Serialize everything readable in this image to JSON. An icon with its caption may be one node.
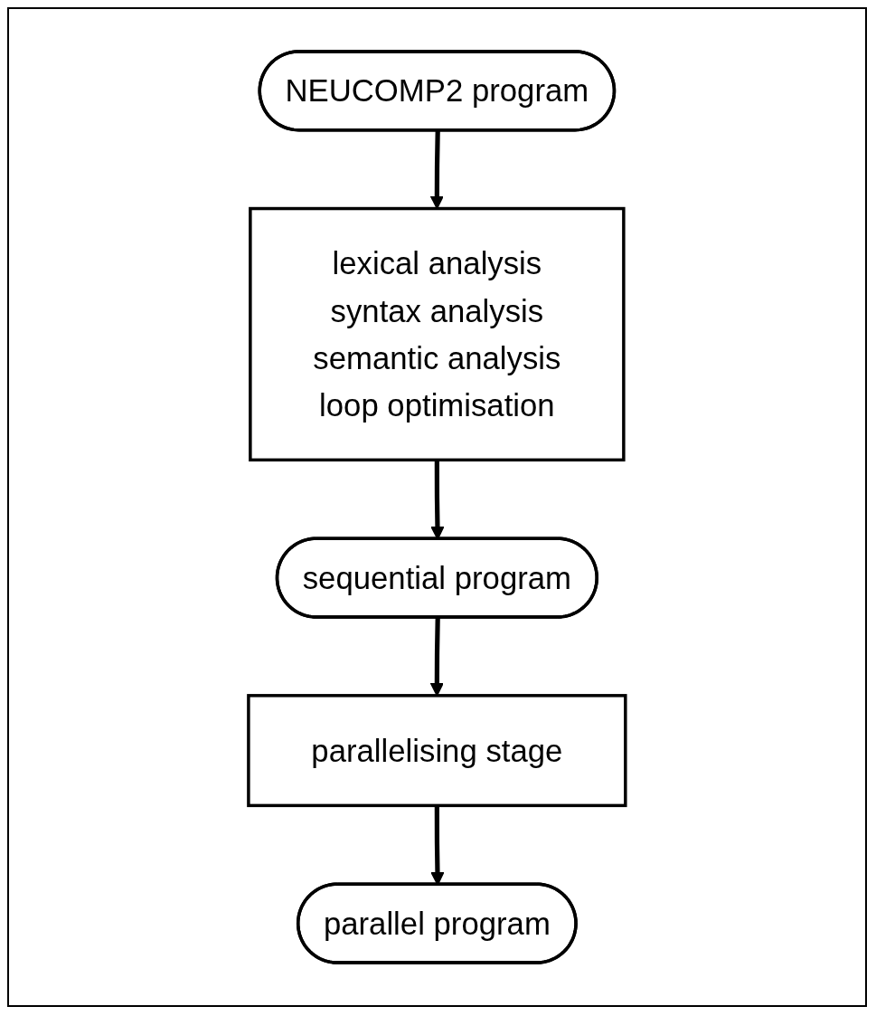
{
  "diagram": {
    "nodes": [
      {
        "text": [
          "NEUCOMP2 program"
        ]
      },
      {
        "text": [
          "lexical analysis",
          "syntax analysis",
          "semantic analysis",
          "loop optimisation"
        ]
      },
      {
        "text": [
          "sequential program"
        ]
      },
      {
        "text": [
          "parallelising stage"
        ]
      },
      {
        "text": [
          "parallel program"
        ]
      }
    ],
    "edges": [
      {
        "from": 0,
        "to": 1,
        "arrow": "to"
      },
      {
        "from": 1,
        "to": 2,
        "arrow": "to"
      },
      {
        "from": 2,
        "to": 3,
        "arrow": "to"
      },
      {
        "from": 3,
        "to": 4,
        "arrow": "to"
      }
    ]
  }
}
